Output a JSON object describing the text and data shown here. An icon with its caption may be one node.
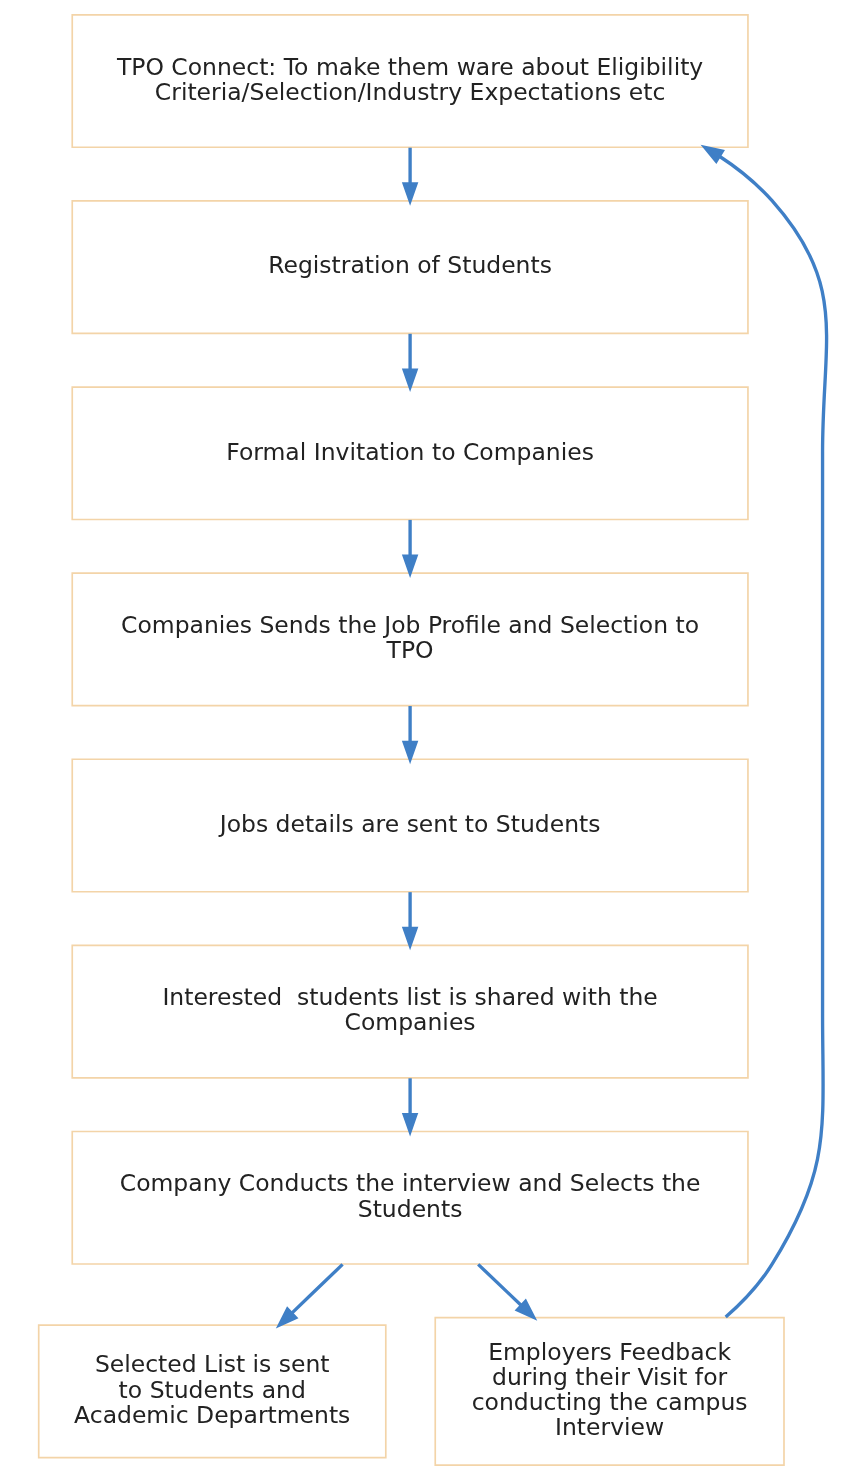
{
  "diagram": {
    "nodes": [
      {
        "text": [
          "TPO Connect: To make them ware about Eligibility Criteria/Selection/Industry Expectations etc"
        ]
      },
      {
        "text": [
          "Registration of Students"
        ]
      },
      {
        "text": [
          "Formal Invitation to Companies"
        ]
      },
      {
        "text": [
          "Companies Sends the Job Profile and Selection to TPO"
        ]
      },
      {
        "text": [
          "Jobs details are sent to Students"
        ]
      },
      {
        "text": [
          "Interested  students list is shared with the Companies"
        ]
      },
      {
        "text": [
          "Company Conducts the interview and Selects the Students"
        ]
      },
      {
        "text": [
          "Selected List is sent to Students and Academic Departments"
        ]
      },
      {
        "text": [
          "Employers Feedback during their Visit for conducting the campus Interview"
        ]
      }
    ],
    "edges": [
      {
        "from": 0,
        "to": 1,
        "arrow": "to"
      },
      {
        "from": 1,
        "to": 2,
        "arrow": "to"
      },
      {
        "from": 2,
        "to": 3,
        "arrow": "to"
      },
      {
        "from": 3,
        "to": 4,
        "arrow": "to"
      },
      {
        "from": 4,
        "to": 5,
        "arrow": "to"
      },
      {
        "from": 5,
        "to": 6,
        "arrow": "to"
      },
      {
        "from": 6,
        "to": 7,
        "arrow": "to"
      },
      {
        "from": 6,
        "to": 8,
        "arrow": "to"
      },
      {
        "from": 8,
        "to": 0,
        "arrow": "to"
      }
    ]
  }
}
